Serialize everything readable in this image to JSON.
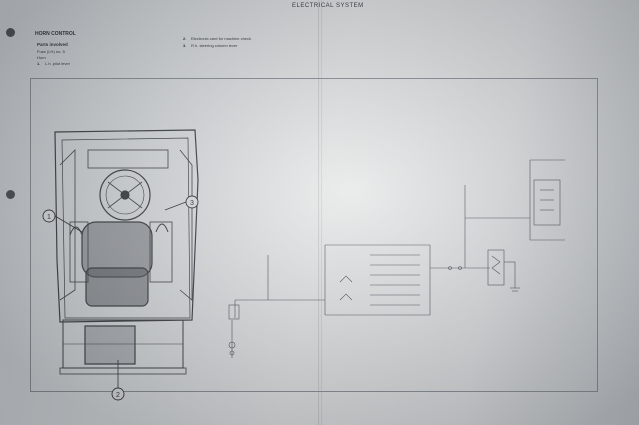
{
  "header": {
    "title": "ELECTRICAL SYSTEM"
  },
  "section": {
    "title": "HORN CONTROL",
    "parts_heading": "Parts involved",
    "parts_sub1": "Fuse (LH) no. 5",
    "parts_sub2": "Horn"
  },
  "parts": [
    {
      "num": "1.",
      "text": "L.h. pilot lever"
    },
    {
      "num": "2.",
      "text": "Electronic card for machine check"
    },
    {
      "num": "3.",
      "text": "R.h. steering column lever"
    }
  ],
  "callouts": [
    "1",
    "2",
    "3"
  ]
}
